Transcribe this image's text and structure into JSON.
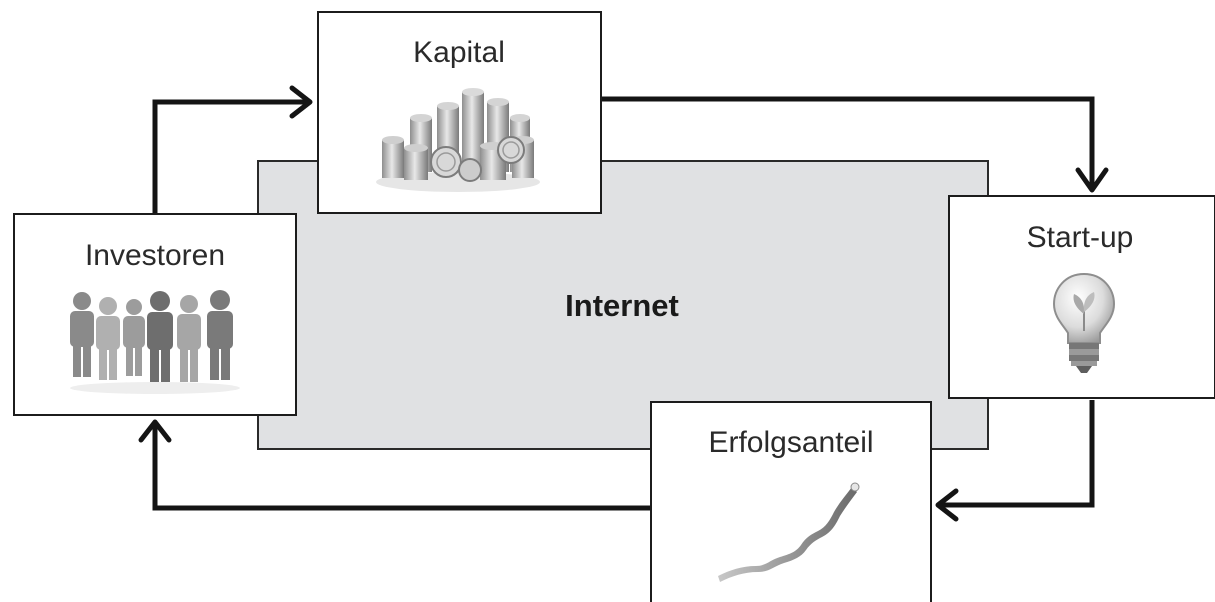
{
  "diagram": {
    "center": {
      "label": "Internet"
    },
    "nodes": {
      "kapital": {
        "label": "Kapital",
        "icon": "coins-icon"
      },
      "investoren": {
        "label": "Investoren",
        "icon": "people-icon"
      },
      "startup": {
        "label": "Start-up",
        "icon": "lightbulb-icon"
      },
      "erfolgsanteil": {
        "label": "Erfolgsanteil",
        "icon": "rising-graph-icon"
      }
    },
    "flows": [
      {
        "from": "Investoren",
        "to": "Kapital"
      },
      {
        "from": "Kapital",
        "to": "Start-up"
      },
      {
        "from": "Start-up",
        "to": "Erfolgsanteil"
      },
      {
        "from": "Erfolgsanteil",
        "to": "Investoren"
      }
    ],
    "colors": {
      "center_fill": "#e0e1e3",
      "stroke": "#141414",
      "box_fill": "#ffffff"
    }
  }
}
